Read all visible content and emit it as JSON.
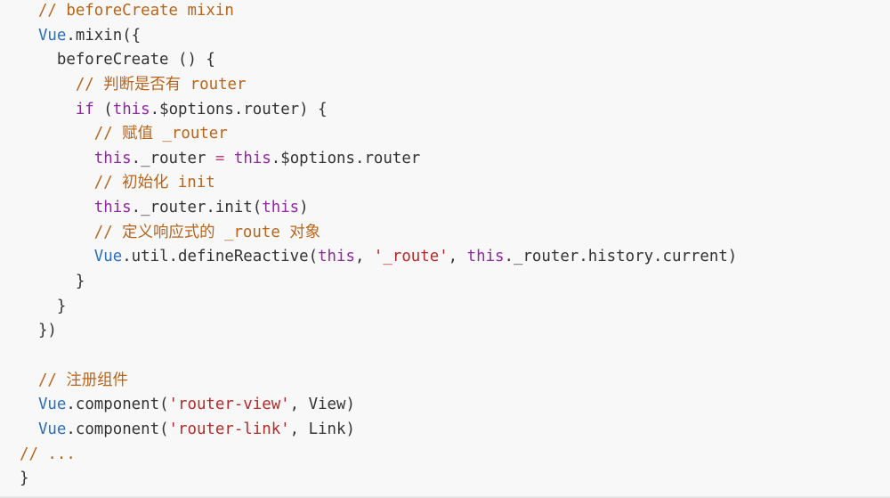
{
  "colors": {
    "background": "#f8f8f8",
    "text": "#333333",
    "comment": "#b5651d",
    "builtin": "#2a6ebb",
    "keyword": "#8c2a9c",
    "string": "#b22a2a",
    "operator": "#c0457a"
  },
  "code": {
    "language": "javascript",
    "lines": [
      [
        {
          "t": "comment",
          "v": "  // beforeCreate mixin"
        }
      ],
      [
        {
          "t": "plain",
          "v": "  "
        },
        {
          "t": "builtin",
          "v": "Vue"
        },
        {
          "t": "plain",
          "v": ".mixin({"
        }
      ],
      [
        {
          "t": "plain",
          "v": "    beforeCreate () {"
        }
      ],
      [
        {
          "t": "plain",
          "v": "      "
        },
        {
          "t": "comment",
          "v": "// 判断是否有 router"
        }
      ],
      [
        {
          "t": "plain",
          "v": "      "
        },
        {
          "t": "keyword",
          "v": "if"
        },
        {
          "t": "plain",
          "v": " ("
        },
        {
          "t": "keyword",
          "v": "this"
        },
        {
          "t": "plain",
          "v": ".$options.router) {"
        }
      ],
      [
        {
          "t": "plain",
          "v": "        "
        },
        {
          "t": "comment",
          "v": "// 赋值 _router"
        }
      ],
      [
        {
          "t": "plain",
          "v": "        "
        },
        {
          "t": "keyword",
          "v": "this"
        },
        {
          "t": "plain",
          "v": "._router "
        },
        {
          "t": "operator",
          "v": "="
        },
        {
          "t": "plain",
          "v": " "
        },
        {
          "t": "keyword",
          "v": "this"
        },
        {
          "t": "plain",
          "v": ".$options.router"
        }
      ],
      [
        {
          "t": "plain",
          "v": "        "
        },
        {
          "t": "comment",
          "v": "// 初始化 init"
        }
      ],
      [
        {
          "t": "plain",
          "v": "        "
        },
        {
          "t": "keyword",
          "v": "this"
        },
        {
          "t": "plain",
          "v": "._router.init("
        },
        {
          "t": "keyword",
          "v": "this"
        },
        {
          "t": "plain",
          "v": ")"
        }
      ],
      [
        {
          "t": "plain",
          "v": "        "
        },
        {
          "t": "comment",
          "v": "// 定义响应式的 _route 对象"
        }
      ],
      [
        {
          "t": "plain",
          "v": "        "
        },
        {
          "t": "builtin",
          "v": "Vue"
        },
        {
          "t": "plain",
          "v": ".util.defineReactive("
        },
        {
          "t": "keyword",
          "v": "this"
        },
        {
          "t": "plain",
          "v": ", "
        },
        {
          "t": "string",
          "v": "'_route'"
        },
        {
          "t": "plain",
          "v": ", "
        },
        {
          "t": "keyword",
          "v": "this"
        },
        {
          "t": "plain",
          "v": "._router.history.current)"
        }
      ],
      [
        {
          "t": "plain",
          "v": "      }"
        }
      ],
      [
        {
          "t": "plain",
          "v": "    }"
        }
      ],
      [
        {
          "t": "plain",
          "v": "  })"
        }
      ],
      [
        {
          "t": "plain",
          "v": ""
        }
      ],
      [
        {
          "t": "plain",
          "v": "  "
        },
        {
          "t": "comment",
          "v": "// 注册组件"
        }
      ],
      [
        {
          "t": "plain",
          "v": "  "
        },
        {
          "t": "builtin",
          "v": "Vue"
        },
        {
          "t": "plain",
          "v": ".component("
        },
        {
          "t": "string",
          "v": "'router-view'"
        },
        {
          "t": "plain",
          "v": ", View)"
        }
      ],
      [
        {
          "t": "plain",
          "v": "  "
        },
        {
          "t": "builtin",
          "v": "Vue"
        },
        {
          "t": "plain",
          "v": ".component("
        },
        {
          "t": "string",
          "v": "'router-link'"
        },
        {
          "t": "plain",
          "v": ", Link)"
        }
      ],
      [
        {
          "t": "comment",
          "v": "// ..."
        }
      ],
      [
        {
          "t": "plain",
          "v": "}"
        }
      ]
    ]
  }
}
